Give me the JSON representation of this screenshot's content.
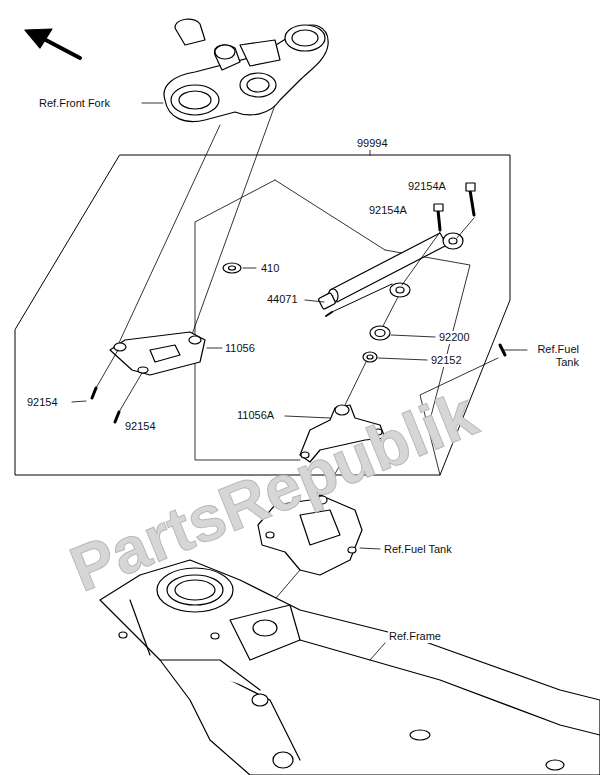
{
  "diagram": {
    "labels": [
      "Ref.Front Fork",
      "99994",
      "92154A",
      "92154A",
      "410",
      "44071",
      "92200",
      "92152",
      "11056",
      "92154",
      "92154",
      "Ref.Fuel Tank",
      "11056A",
      "Ref.Fuel Tank",
      "Ref.Frame",
      "PartsRepublik"
    ]
  }
}
